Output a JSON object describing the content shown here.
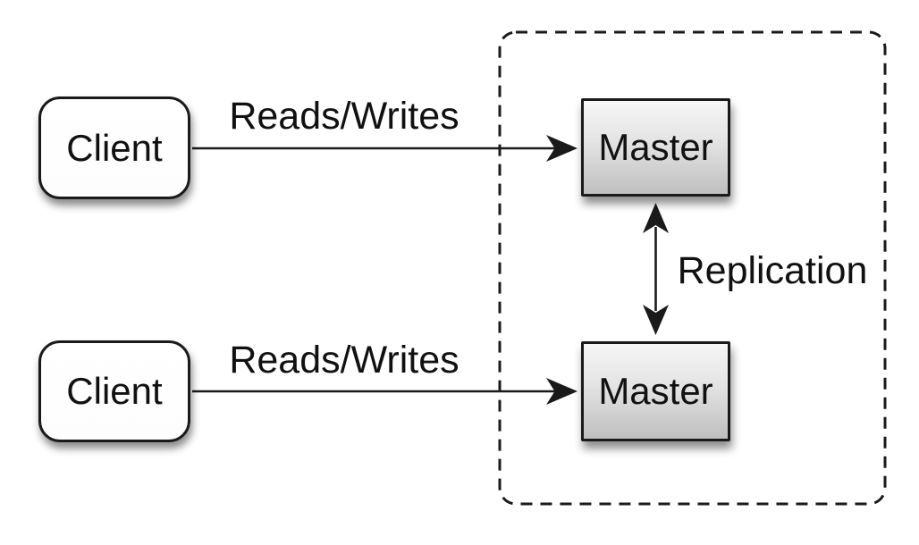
{
  "diagram": {
    "type": "architecture-diagram",
    "nodes": {
      "client_top": "Client",
      "client_bottom": "Client",
      "master_top": "Master",
      "master_bottom": "Master"
    },
    "labels": {
      "reads_writes_top": "Reads/Writes",
      "reads_writes_bottom": "Reads/Writes",
      "replication": "Replication"
    },
    "edges": [
      {
        "from": "client_top",
        "to": "master_top",
        "label": "Reads/Writes",
        "direction": "one-way"
      },
      {
        "from": "client_bottom",
        "to": "master_bottom",
        "label": "Reads/Writes",
        "direction": "one-way"
      },
      {
        "from": "master_top",
        "to": "master_bottom",
        "label": "Replication",
        "direction": "two-way"
      }
    ],
    "group": {
      "style": "dashed-rounded-rectangle",
      "contains": [
        "master_top",
        "master_bottom"
      ]
    },
    "colors": {
      "background": "#ffffff",
      "stroke": "#1a1a1a",
      "text": "#111111",
      "client_fill": "#ffffff",
      "master_fill_top": "#f6f6f6",
      "master_fill_bottom": "#bfbfbf"
    }
  }
}
